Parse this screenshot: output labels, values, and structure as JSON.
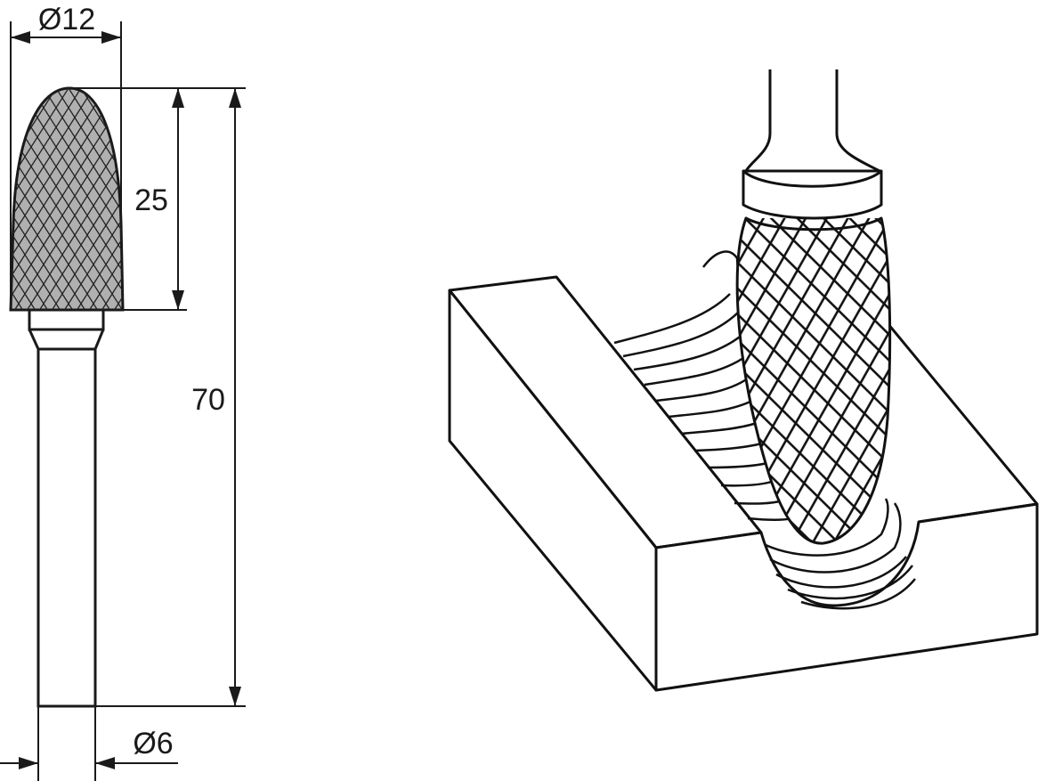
{
  "dimensions": {
    "head_diameter": "Ø12",
    "head_length": "25",
    "total_length": "70",
    "shank_diameter": "Ø6"
  },
  "colors": {
    "line": "#1a1a1a",
    "head_fill": "#b0b0b0",
    "background": "#ffffff"
  }
}
